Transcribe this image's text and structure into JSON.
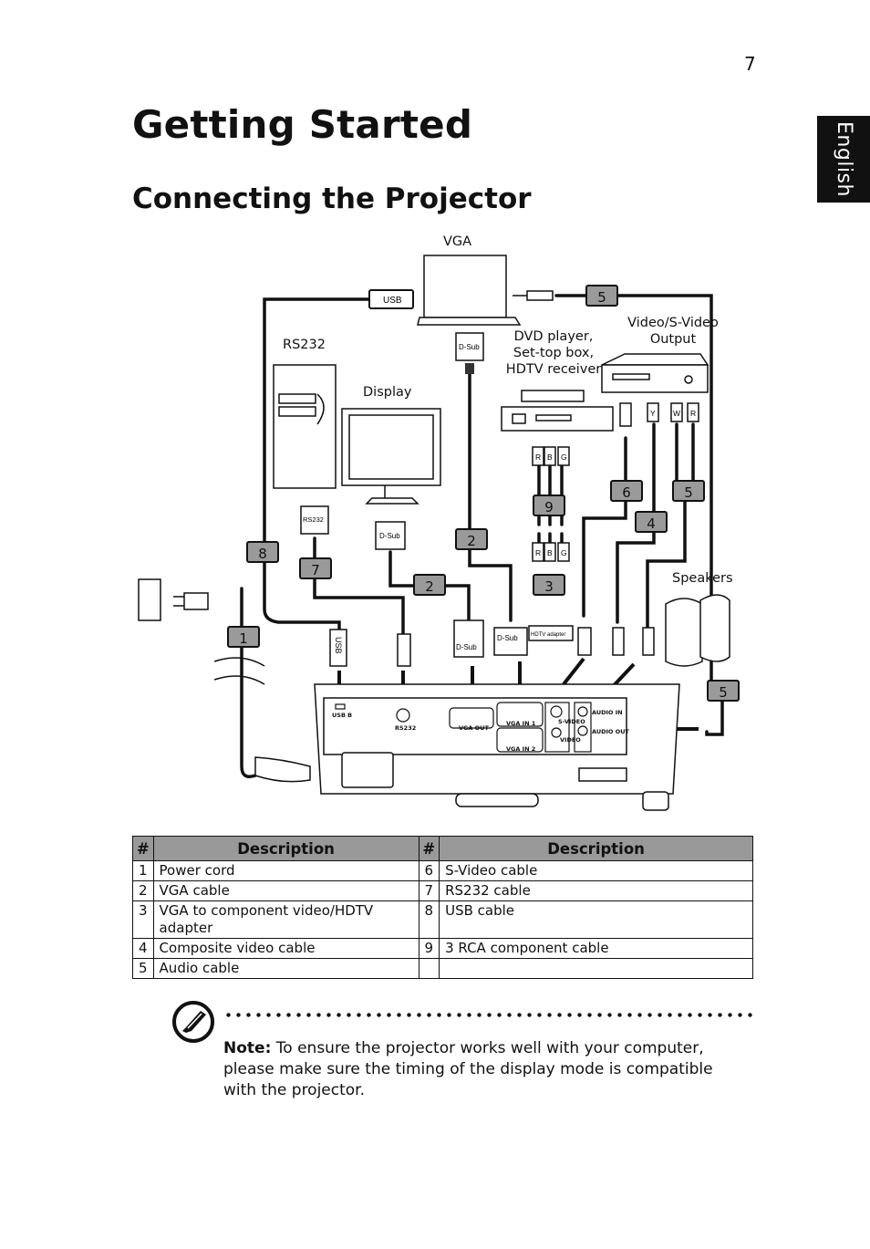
{
  "page": {
    "number": "7",
    "language_tab": "English",
    "title": "Getting Started",
    "section_title": "Connecting the Projector"
  },
  "diagram": {
    "labels": {
      "vga": "VGA",
      "rs232": "RS232",
      "display": "Display",
      "dvd": [
        "DVD player,",
        "Set-top box,",
        "HDTV receiver"
      ],
      "video_output": [
        "Video/S-Video",
        "Output"
      ],
      "speakers": "Speakers"
    },
    "connector_text": {
      "usb": "USB",
      "dsub": "D-Sub",
      "rs232": "RS232",
      "hdtv_adapter": "HDTV adapter",
      "r": "R",
      "b": "B",
      "g": "G",
      "y": "Y",
      "w": "W"
    },
    "ports": {
      "usb_b": "USB B",
      "rs232": "RS232",
      "vga_out": "VGA OUT",
      "vga_in_1": "VGA IN 1",
      "vga_in_2": "VGA IN 2",
      "s_video": "S-VIDEO",
      "video": "VIDEO",
      "audio_in": "AUDIO IN",
      "audio_out": "AUDIO OUT"
    },
    "callouts": [
      "5",
      "6",
      "5",
      "9",
      "4",
      "2",
      "8",
      "7",
      "2",
      "3",
      "1",
      "5"
    ]
  },
  "table": {
    "headers": [
      "#",
      "Description",
      "#",
      "Description"
    ],
    "rows": [
      [
        "1",
        "Power cord",
        "6",
        "S-Video cable"
      ],
      [
        "2",
        "VGA cable",
        "7",
        "RS232 cable"
      ],
      [
        "3",
        "VGA to component video/HDTV adapter",
        "8",
        "USB cable"
      ],
      [
        "4",
        "Composite video cable",
        "9",
        "3 RCA component cable"
      ],
      [
        "5",
        "Audio cable",
        "",
        ""
      ]
    ]
  },
  "note": {
    "label": "Note:",
    "text": " To ensure the projector works well with your computer, please make sure the timing of the display mode is compatible with the projector."
  }
}
